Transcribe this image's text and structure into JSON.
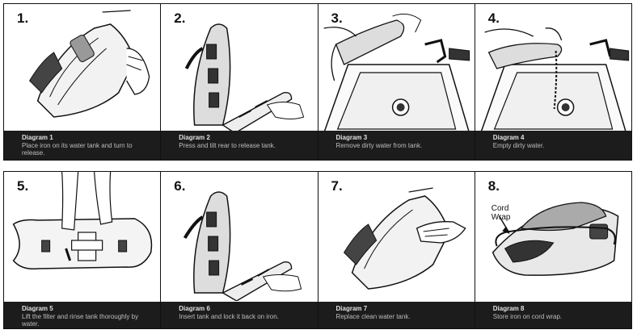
{
  "panels": [
    {
      "number": "1.",
      "caption_title": "Diagram 1",
      "caption_text": "Place iron on its water tank and turn to release."
    },
    {
      "number": "2.",
      "caption_title": "Diagram 2",
      "caption_text": "Press and tilt rear to release tank."
    },
    {
      "number": "3.",
      "caption_title": "Diagram 3",
      "caption_text": "Remove dirty water from tank."
    },
    {
      "number": "4.",
      "caption_title": "Diagram 4",
      "caption_text": "Empty dirty water."
    },
    {
      "number": "5.",
      "caption_title": "Diagram 5",
      "caption_text": "Lift the filter and rinse tank thoroughly by water."
    },
    {
      "number": "6.",
      "caption_title": "Diagram 6",
      "caption_text": "Insert tank and lock it back on iron."
    },
    {
      "number": "7.",
      "caption_title": "Diagram 7",
      "caption_text": "Replace clean water tank."
    },
    {
      "number": "8.",
      "caption_title": "Diagram 8",
      "caption_text": "Store iron on cord wrap.",
      "label": "Cord\nWrap"
    }
  ]
}
